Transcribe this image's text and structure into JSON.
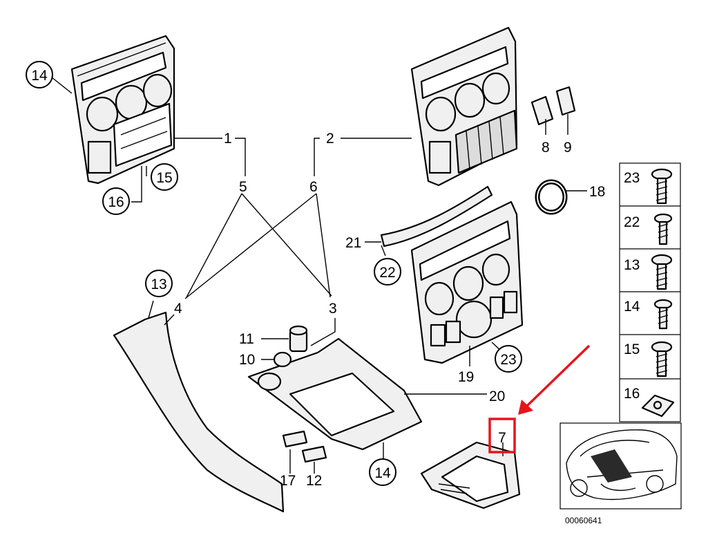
{
  "callouts": {
    "c1": "1",
    "c2": "2",
    "c3": "3",
    "c4": "4",
    "c5": "5",
    "c6": "6",
    "c7": "7",
    "c8": "8",
    "c9": "9",
    "c10": "10",
    "c11": "11",
    "c12": "12",
    "c13": "13",
    "c14a": "14",
    "c14b": "14",
    "c15": "15",
    "c16": "16",
    "c17": "17",
    "c18": "18",
    "c19": "19",
    "c20": "20",
    "c21": "21",
    "c22": "22",
    "c23": "23"
  },
  "fastener_table": [
    {
      "label": "23",
      "icon": "screw-icon"
    },
    {
      "label": "22",
      "icon": "screw-icon"
    },
    {
      "label": "13",
      "icon": "screw-icon"
    },
    {
      "label": "14",
      "icon": "screw-icon"
    },
    {
      "label": "15",
      "icon": "screw-icon"
    },
    {
      "label": "16",
      "icon": "clip-nut-icon"
    }
  ],
  "diagram_number": "00060641",
  "highlight_color": "#e8141b"
}
